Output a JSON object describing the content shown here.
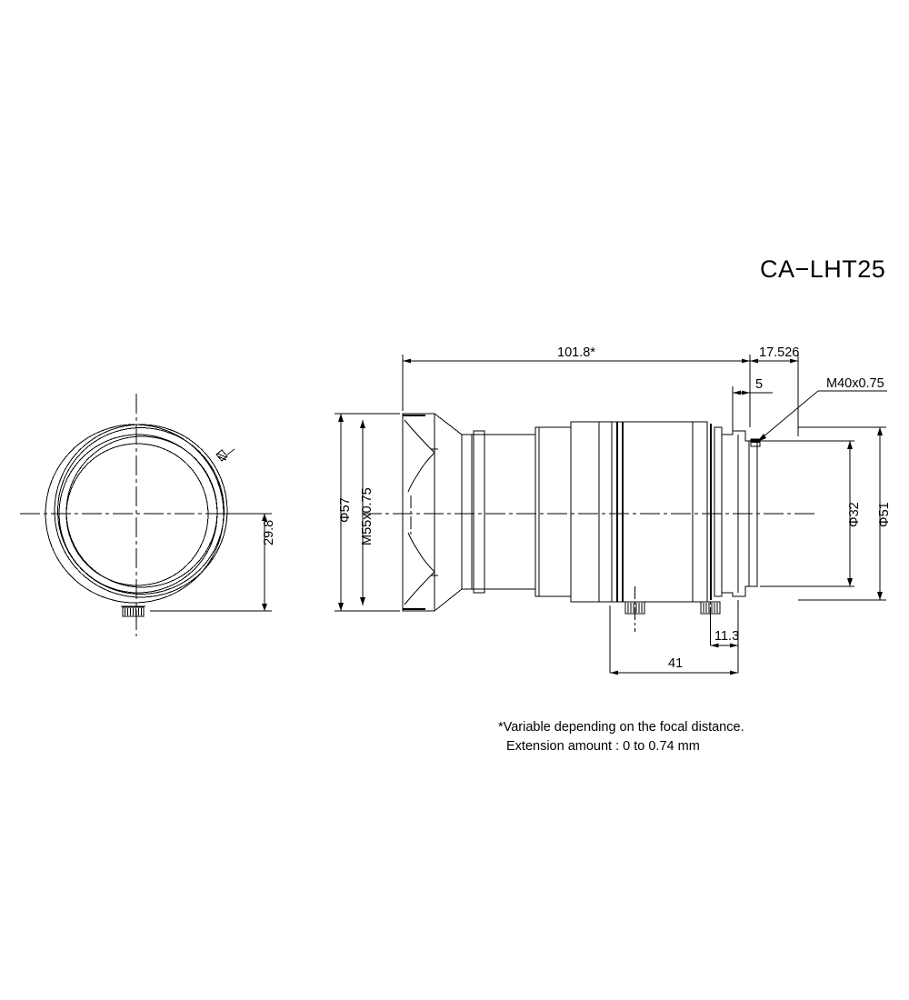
{
  "drawing": {
    "title": "CA−LHT25",
    "product_code": "CA-LHT25",
    "units_note": "mm",
    "line_color": "#000000",
    "background_color": "#ffffff",
    "views": [
      {
        "name": "front-view",
        "label": "front circular view"
      },
      {
        "name": "side-view",
        "label": "side section view"
      }
    ]
  },
  "dimensions": {
    "front_view": {
      "height_29_8": "29.8"
    },
    "side_view": {
      "overall_length": "101.8*",
      "rear_length": "17.526",
      "short_5": "5",
      "flange_diameter": "Φ57",
      "front_thread": "M55x0.75",
      "rear_thread": "M40x0.75",
      "bore_diameter": "Φ32",
      "rear_diameter": "Φ51",
      "screw_offset": "11.3",
      "screw_span": "41"
    }
  },
  "notes": {
    "line1": "*Variable depending on the focal distance.",
    "line2": "Extension amount : 0 to 0.74 mm"
  }
}
